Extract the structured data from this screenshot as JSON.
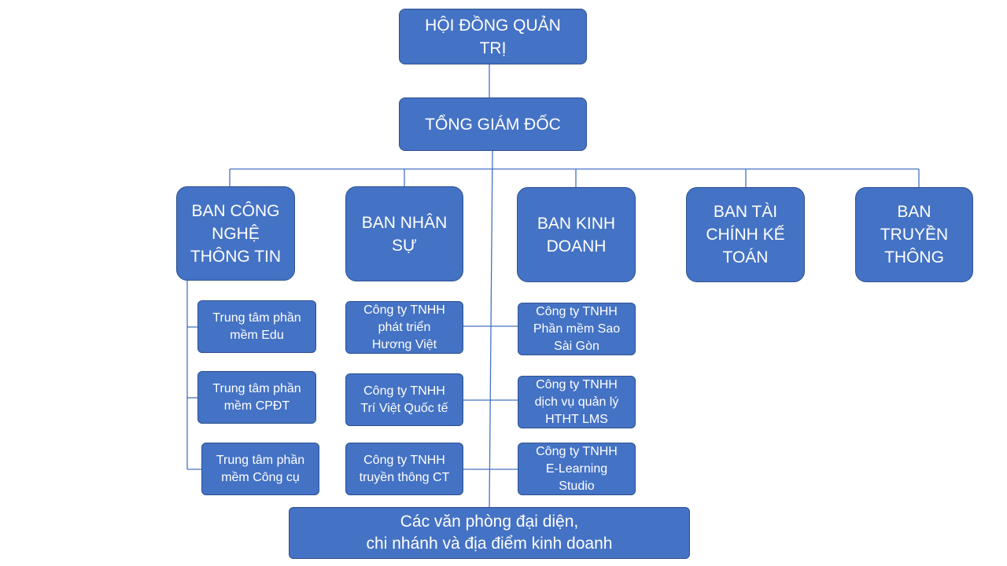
{
  "org_chart": {
    "board": "HỘI ĐỒNG QUẢN\nTRỊ",
    "ceo": "TỔNG GIÁM ĐỐC",
    "departments": [
      "BAN CÔNG\nNGHỆ\nTHÔNG TIN",
      "BAN NHÂN\nSỰ",
      "BAN KINH\nDOANH",
      "BAN TÀI\nCHÍNH KẾ\nTOÁN",
      "BAN\nTRUYỀN\nTHÔNG"
    ],
    "it_centers": [
      "Trung tâm phần\nmềm Edu",
      "Trung tâm phần\nmềm CPĐT",
      "Trung tâm phần\nmềm Công cụ"
    ],
    "companies_left": [
      "Công ty TNHH\nphát triển\nHương Việt",
      "Công ty TNHH\nTrí Việt Quốc tế",
      "Công ty TNHH\ntruyền thông CT"
    ],
    "companies_right": [
      "Công ty TNHH\nPhần mềm Sao\nSài Gòn",
      "Công ty TNHH\ndịch vụ quản lý\nHTHT LMS",
      "Công ty TNHH\nE-Learning\nStudio"
    ],
    "branches": "Các văn phòng đại diện,\nchi nhánh và địa điểm kinh doanh"
  },
  "colors": {
    "box_fill": "#4472c4",
    "box_border": "#2f528f",
    "connector": "#4472c4",
    "text": "#ffffff"
  }
}
